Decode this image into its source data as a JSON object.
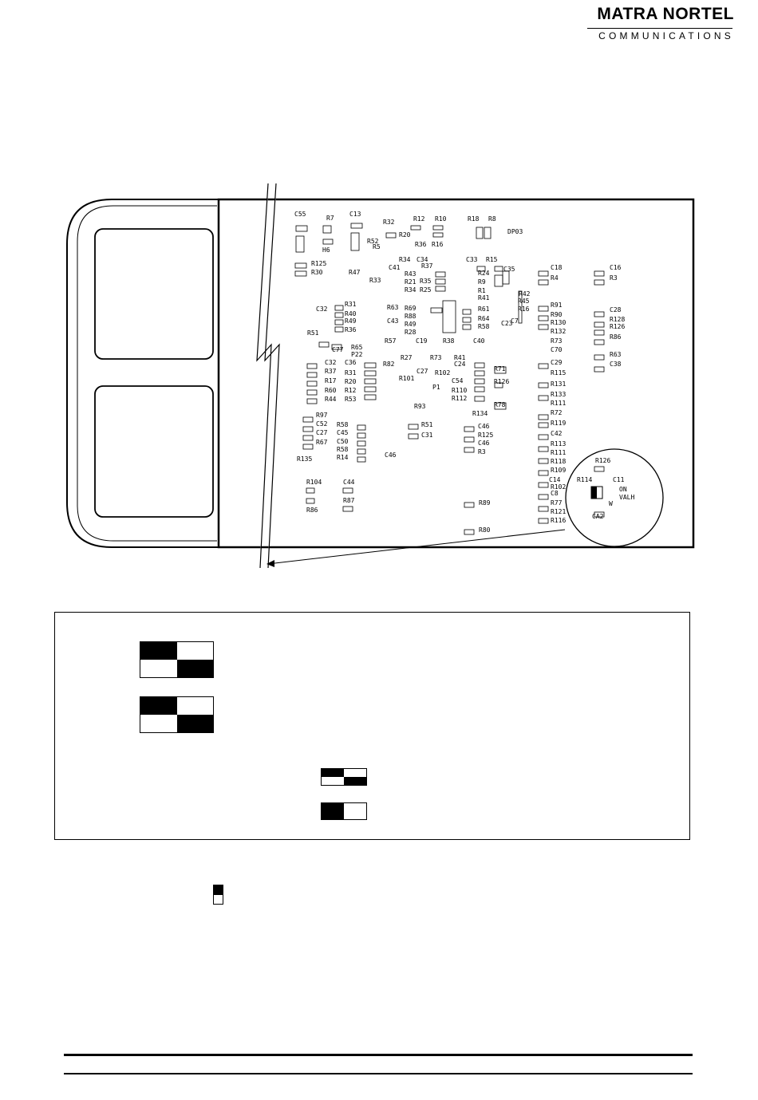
{
  "header": {
    "logo_main": "MATRA NORTEL",
    "logo_sub": "COMMUNICATIONS"
  },
  "board": {
    "labels": [
      "C55",
      "R7",
      "C13",
      "R32",
      "R12",
      "R10",
      "R18",
      "R8",
      "DP03",
      "R20",
      "R36",
      "R16",
      "R52",
      "H6",
      "R125",
      "R30",
      "R47",
      "R5",
      "C33",
      "R15",
      "R34",
      "C34",
      "C41",
      "R37",
      "R24",
      "C35",
      "R33",
      "R43",
      "R21",
      "R25",
      "R9",
      "R1",
      "R34",
      "R35",
      "R41",
      "R45",
      "R42",
      "R16",
      "C18",
      "R4",
      "C16",
      "R3",
      "R91",
      "R90",
      "R130",
      "R132",
      "C28",
      "R128",
      "R126",
      "R86",
      "C32",
      "R31",
      "R40",
      "R49",
      "R36",
      "R69",
      "R88",
      "R49",
      "R28",
      "R61",
      "R64",
      "R58",
      "C23",
      "R63",
      "C43",
      "R51",
      "C77",
      "R65",
      "P22",
      "R57",
      "C19",
      "R38",
      "C40",
      "R73",
      "R27",
      "R82",
      "R41",
      "C24",
      "R71",
      "C29",
      "R115",
      "R73",
      "C70",
      "R63",
      "C38",
      "C32",
      "R37",
      "R17",
      "R60",
      "R44",
      "C36",
      "R31",
      "R20",
      "R12",
      "R53",
      "R101",
      "C27",
      "P1",
      "R102",
      "C54",
      "R110",
      "R112",
      "R126",
      "R131",
      "R133",
      "R111",
      "R72",
      "R93",
      "R134",
      "R78",
      "R97",
      "C52",
      "C27",
      "R67",
      "R58",
      "C45",
      "C50",
      "R58",
      "R14",
      "R51",
      "C31",
      "C46",
      "C46",
      "R135",
      "R125",
      "C46",
      "R3",
      "R119",
      "C42",
      "R113",
      "R111",
      "R118",
      "R109",
      "R126",
      "C14",
      "R102",
      "C8",
      "R77",
      "R121",
      "R116",
      "R114",
      "C11",
      "ON",
      "VALH",
      "W",
      "CA2",
      "R104",
      "C44",
      "R87",
      "R86",
      "R89",
      "R80",
      "C7"
    ]
  },
  "legend": {
    "switches": [
      {
        "cells": [
          "black",
          "white",
          "white",
          "black"
        ]
      },
      {
        "cells": [
          "black",
          "white",
          "white",
          "black"
        ]
      },
      {
        "cells": [
          "black",
          "white",
          "white",
          "black"
        ]
      },
      {
        "cells": [
          "black",
          "white"
        ]
      }
    ]
  },
  "footnote_switch": {
    "cells": [
      "black",
      "white"
    ]
  }
}
